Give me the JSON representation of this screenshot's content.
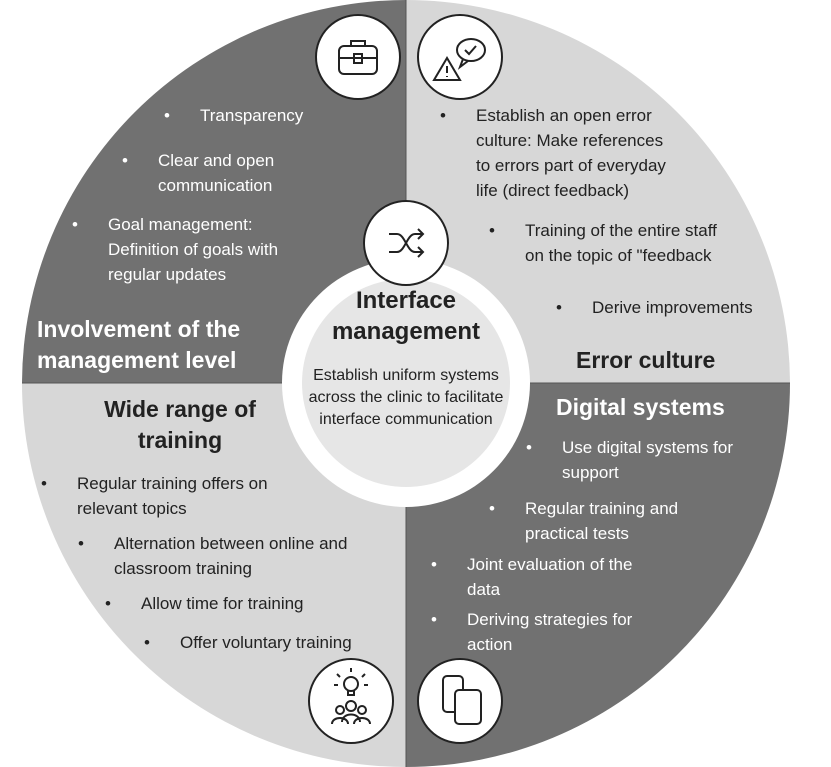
{
  "center": {
    "title_line1": "Interface",
    "title_line2": "management",
    "description": [
      "Establish uniform systems",
      "across the clinic to facilitate",
      "interface communication"
    ]
  },
  "quadrants": {
    "management": {
      "title": [
        "Involvement of the",
        "management level"
      ],
      "items": [
        [
          "Transparency"
        ],
        [
          "Clear and open",
          "communication"
        ],
        [
          "Goal management:",
          "Definition of goals with",
          "regular updates"
        ]
      ]
    },
    "error": {
      "title": [
        "Error culture"
      ],
      "items": [
        [
          "Establish an open error",
          "culture: Make references",
          "to errors part of everyday",
          "life (direct feedback)"
        ],
        [
          "Training of the entire staff",
          "on the topic of \"feedback"
        ],
        [
          "Derive improvements"
        ]
      ]
    },
    "training": {
      "title": [
        "Wide range of",
        "training"
      ],
      "items": [
        [
          "Regular training offers on",
          "relevant topics"
        ],
        [
          "Alternation between online and",
          "classroom training"
        ],
        [
          "Allow time for training"
        ],
        [
          "Offer voluntary training"
        ]
      ]
    },
    "digital": {
      "title": [
        "Digital systems"
      ],
      "items": [
        [
          "Use digital systems for",
          "support"
        ],
        [
          "Regular training and",
          "practical tests"
        ],
        [
          "Joint evaluation of the",
          "data"
        ],
        [
          "Deriving strategies for",
          "action"
        ]
      ]
    }
  },
  "colors": {
    "dark": "#717171",
    "light": "#d7d7d7",
    "center": "#e6e6e6"
  }
}
